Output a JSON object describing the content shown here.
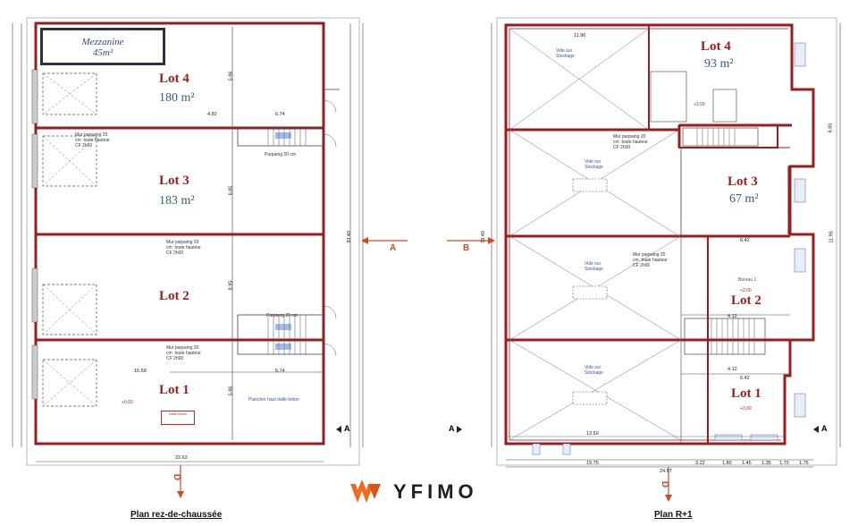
{
  "colors": {
    "wall": "#9b1c1c",
    "lot_text": "#9b1c1c",
    "area_text": "#2f5f86",
    "section": "#d24a1f",
    "brand_orange": "#f26a1b"
  },
  "left_plan": {
    "caption": "Plan rez-de-chaussée",
    "mezzanine": {
      "title": "Mezzanine",
      "area": "45m²"
    },
    "lots": [
      {
        "label": "Lot 4",
        "area": "180 m²"
      },
      {
        "label": "Lot 3",
        "area": "183 m²"
      },
      {
        "label": "Lot 2",
        "area": ""
      },
      {
        "label": "Lot 1",
        "area": ""
      }
    ],
    "notes": {
      "wall1": "Mur parpaing 20\ncm  toute hauteur\nCF 2h00",
      "wall2": "Mur parpaing 20\ncm  toute hauteur\nCF 2h00",
      "wall3": "Mur parpaing 20\ncm  toute hauteur\nCF 2h00",
      "parpaing": "Parpaing 20 cm",
      "parpaing2": "Parpaing 20 cm",
      "slab": "Plancher haut dalle béton",
      "level": "+0,00",
      "stamp": "Dalle béton"
    },
    "dims": {
      "d1": "4.82",
      "d2": "6.74",
      "d3": "15.58",
      "d4": "6.74",
      "total": "22.62",
      "v1": "5.96",
      "v2": "6.85",
      "v3": "8.95",
      "v4": "5.86",
      "v5": "33.40"
    },
    "section_label": "A",
    "section_cut": "D"
  },
  "right_plan": {
    "caption": "Plan R+1",
    "lots": [
      {
        "label": "Lot 4",
        "area": "93 m²"
      },
      {
        "label": "Lot 3",
        "area": "67 m²"
      },
      {
        "label": "Lot 2",
        "area": ""
      },
      {
        "label": "Lot 1",
        "area": ""
      }
    ],
    "notes": {
      "void1": "Vide sur\nStockage",
      "void2": "Vide sur\nStockage",
      "void3": "Vide sur\nStockage",
      "void4": "Vide sur\nStockage",
      "wall1": "Mur parpaing 20\ncm  toute hauteur\nCF 2h00",
      "wall2": "Mur parpaing 20\ncm  toute hauteur\nCF 2h00",
      "office": "Bureau 1",
      "level_office": "+3,00",
      "level_lot4": "+3,00",
      "level_lot1": "+3,00"
    },
    "dims": {
      "d1": "11.96",
      "d2": "6.42",
      "d3": "4.12",
      "d4": "4.12",
      "d5": "6.42",
      "d6": "13.50",
      "total": "24.57",
      "sub1": "19.75",
      "sub2": "3.22",
      "sub3": "1.80",
      "sub4": "1.45",
      "sub5": "1.35",
      "sub6": "1.70",
      "sub7": "1.75",
      "v1": "33.40",
      "v2": "11.96",
      "v3": "6.85"
    },
    "section_label": "B",
    "section_cut": "D",
    "section_marker": "A"
  },
  "brand": {
    "name": "YFIMO"
  }
}
